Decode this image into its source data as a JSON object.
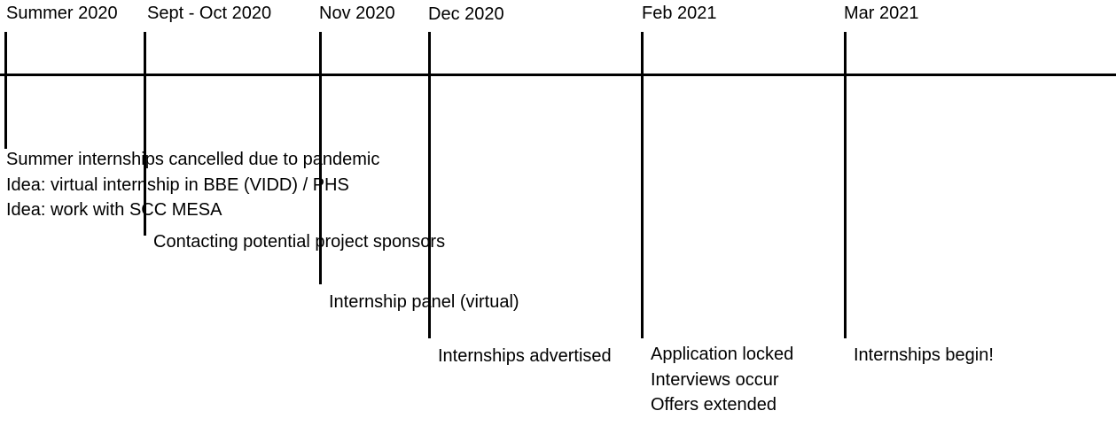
{
  "timeline": {
    "milestones": [
      {
        "date": "Summer 2020",
        "events": [
          "Summer internships cancelled due to pandemic",
          "Idea: virtual internship in BBE (VIDD) / PHS",
          "Idea: work with SCC MESA"
        ]
      },
      {
        "date": "Sept - Oct 2020",
        "events": [
          "Contacting potential project sponsors"
        ]
      },
      {
        "date": "Nov 2020",
        "events": [
          "Internship panel (virtual)"
        ]
      },
      {
        "date": "Dec 2020",
        "events": [
          "Internships advertised"
        ]
      },
      {
        "date": "Feb 2021",
        "events": [
          "Application locked",
          "Interviews occur",
          "Offers extended"
        ]
      },
      {
        "date": "Mar 2021",
        "events": [
          "Internships begin!"
        ]
      }
    ]
  }
}
